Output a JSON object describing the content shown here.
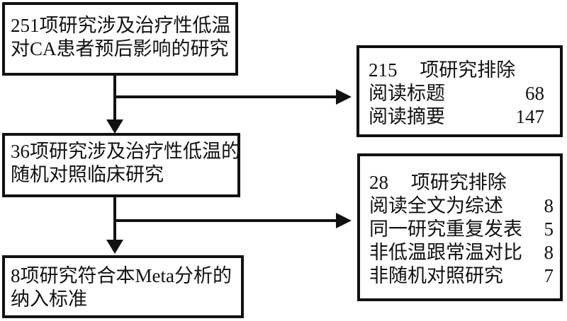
{
  "colors": {
    "ink": "#111111",
    "background": "#ffffff"
  },
  "flow": {
    "boxes": [
      {
        "lines": [
          "251项研究涉及治疗性低温",
          "对CA患者预后影响的研究"
        ]
      },
      {
        "lines": [
          "36项研究涉及治疗性低温的",
          "随机对照临床研究"
        ]
      },
      {
        "lines": [
          "8项研究符合本Meta分析的",
          "纳入标准"
        ]
      }
    ],
    "exclusions": [
      {
        "count": "215",
        "title": "项研究排除",
        "reasons": [
          {
            "label": "阅读标题",
            "value": "68"
          },
          {
            "label": "阅读摘要",
            "value": "147"
          }
        ]
      },
      {
        "count": "28",
        "title": "项研究排除",
        "reasons": [
          {
            "label": "阅读全文为综述",
            "value": "8"
          },
          {
            "label": "同一研究重复发表",
            "value": "5"
          },
          {
            "label": "非低温跟常温对比",
            "value": "8"
          },
          {
            "label": "非随机对照研究",
            "value": "7"
          }
        ]
      }
    ]
  }
}
